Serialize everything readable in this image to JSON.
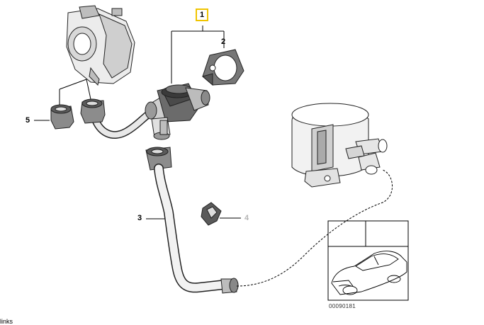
{
  "callouts": {
    "part_1": "1",
    "part_2": "2",
    "part_3": "3",
    "part_4": "4",
    "part_5": "5"
  },
  "reference_number": "00090181",
  "footer_text": "links",
  "colors": {
    "highlight_border": "#f0c400",
    "line": "#000000",
    "muted_callout": "#b4b4b4"
  }
}
